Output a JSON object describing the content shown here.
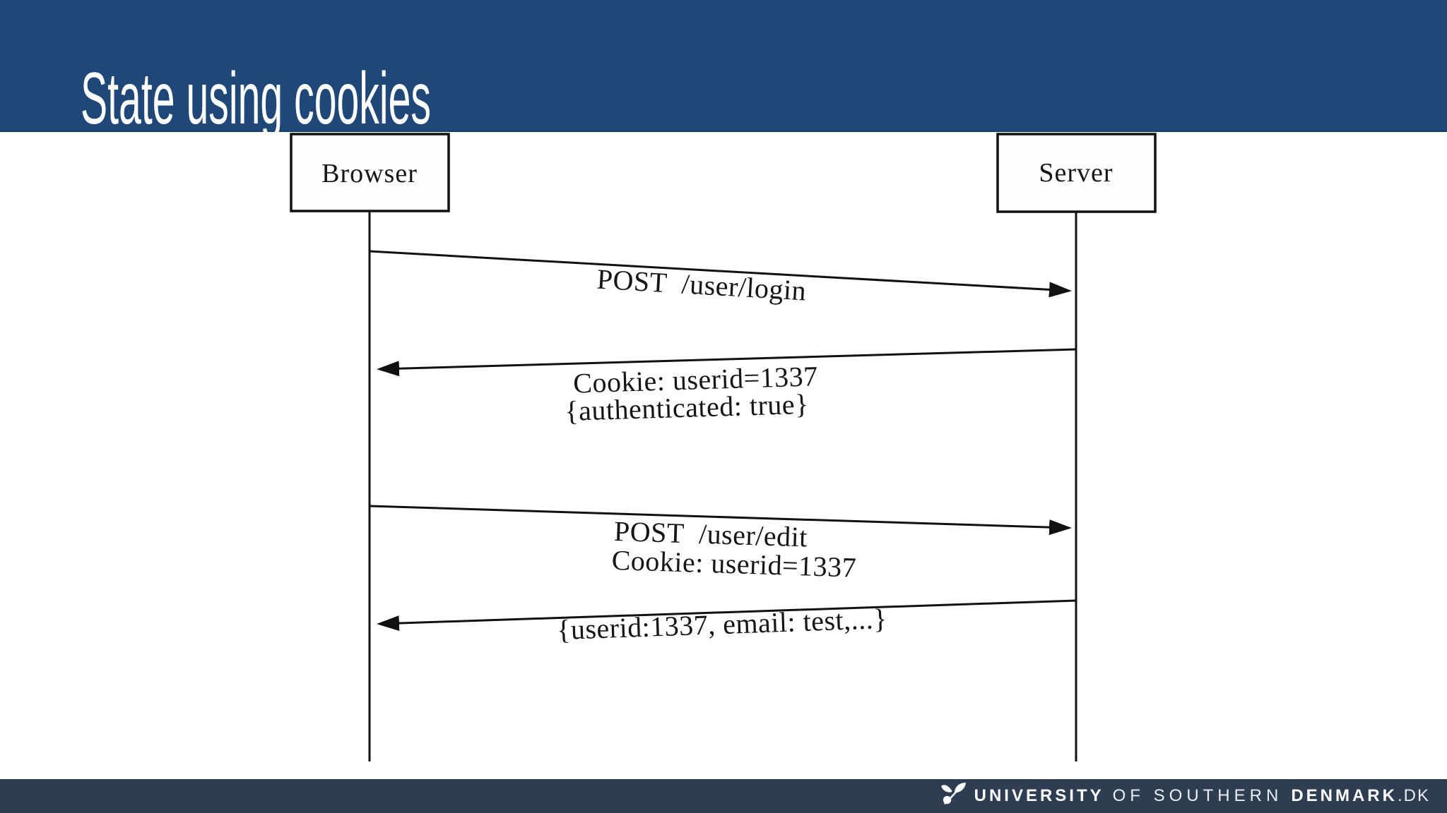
{
  "slide": {
    "title": "State using cookies"
  },
  "colors": {
    "header_blue": "#1f4879",
    "footer_navy": "#2e3d52",
    "diagram_ink": "#111111",
    "background": "#ffffff",
    "title_text": "#ffffff"
  },
  "diagram": {
    "type": "sequence-diagram",
    "actors": [
      {
        "label": "Browser"
      },
      {
        "label": "Server"
      }
    ],
    "messages": [
      {
        "from": "Browser",
        "to": "Server",
        "lines": [
          "POST  /user/login"
        ]
      },
      {
        "from": "Server",
        "to": "Browser",
        "lines": [
          "Cookie: userid=1337",
          "{authenticated: true}"
        ]
      },
      {
        "from": "Browser",
        "to": "Server",
        "lines": [
          "POST  /user/edit",
          "Cookie: userid=1337"
        ]
      },
      {
        "from": "Server",
        "to": "Browser",
        "lines": [
          "{userid:1337, email: test,...}"
        ]
      }
    ]
  },
  "footer": {
    "logo_icon": "sdu-leaf-logo",
    "university": "UNIVERSITY",
    "of_southern": "OF SOUTHERN",
    "denmark": "DENMARK",
    "tld": ".DK"
  }
}
